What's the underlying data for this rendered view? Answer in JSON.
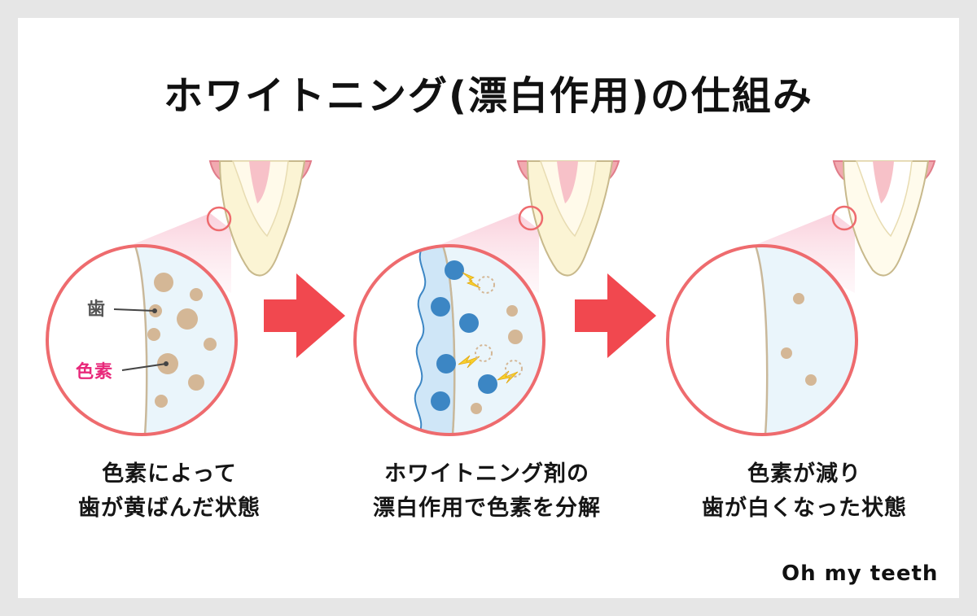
{
  "title": "ホワイトニング(漂白作用)の仕組み",
  "labels": {
    "tooth": "歯",
    "pigment": "色素"
  },
  "stages": [
    {
      "line1": "色素によって",
      "line2": "歯が黄ばんだ状態"
    },
    {
      "line1": "ホワイトニング剤の",
      "line2": "漂白作用で色素を分解"
    },
    {
      "line1": "色素が減り",
      "line2": "歯が白くなった状態"
    }
  ],
  "brand": "Oh my teeth",
  "colors": {
    "ring": "#ee6b6e",
    "arrow": "#f1484f",
    "enamel_fill": "#eaf5fb",
    "pigment": "#d4b796",
    "agent_particle": "#3c86c4",
    "agent_layer": "#cfe6f7",
    "spark": "#f7d02c",
    "gum": "#f2a9b0",
    "tooth": "#fbf4d4"
  },
  "icons": [
    "tooth-icon",
    "zoom-circle-icon",
    "arrow-right-icon",
    "lightning-icon"
  ]
}
